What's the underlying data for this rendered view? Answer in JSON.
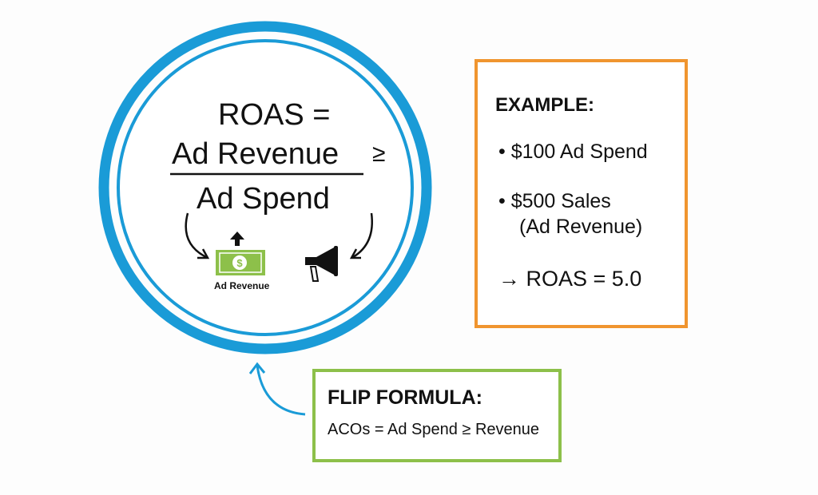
{
  "formula": {
    "line1": "ROAS =",
    "numerator": "Ad Revenue",
    "operator": "≥",
    "denominator": "Ad Spend",
    "money_label": "Ad Revenue"
  },
  "example": {
    "title": "EXAMPLE:",
    "bullet1": "• $100 Ad Spend",
    "bullet2_line1": "• $500 Sales",
    "bullet2_line2": "(Ad Revenue)",
    "result": "→ ROAS = 5.0"
  },
  "flip": {
    "title": "FLIP FORMULA:",
    "formula": "ACOs = Ad Spend ≥ Revenue"
  },
  "colors": {
    "ring": "#1a9bd7",
    "example_border": "#f0952f",
    "flip_border": "#8dc04a",
    "money": "#8dc04a"
  }
}
